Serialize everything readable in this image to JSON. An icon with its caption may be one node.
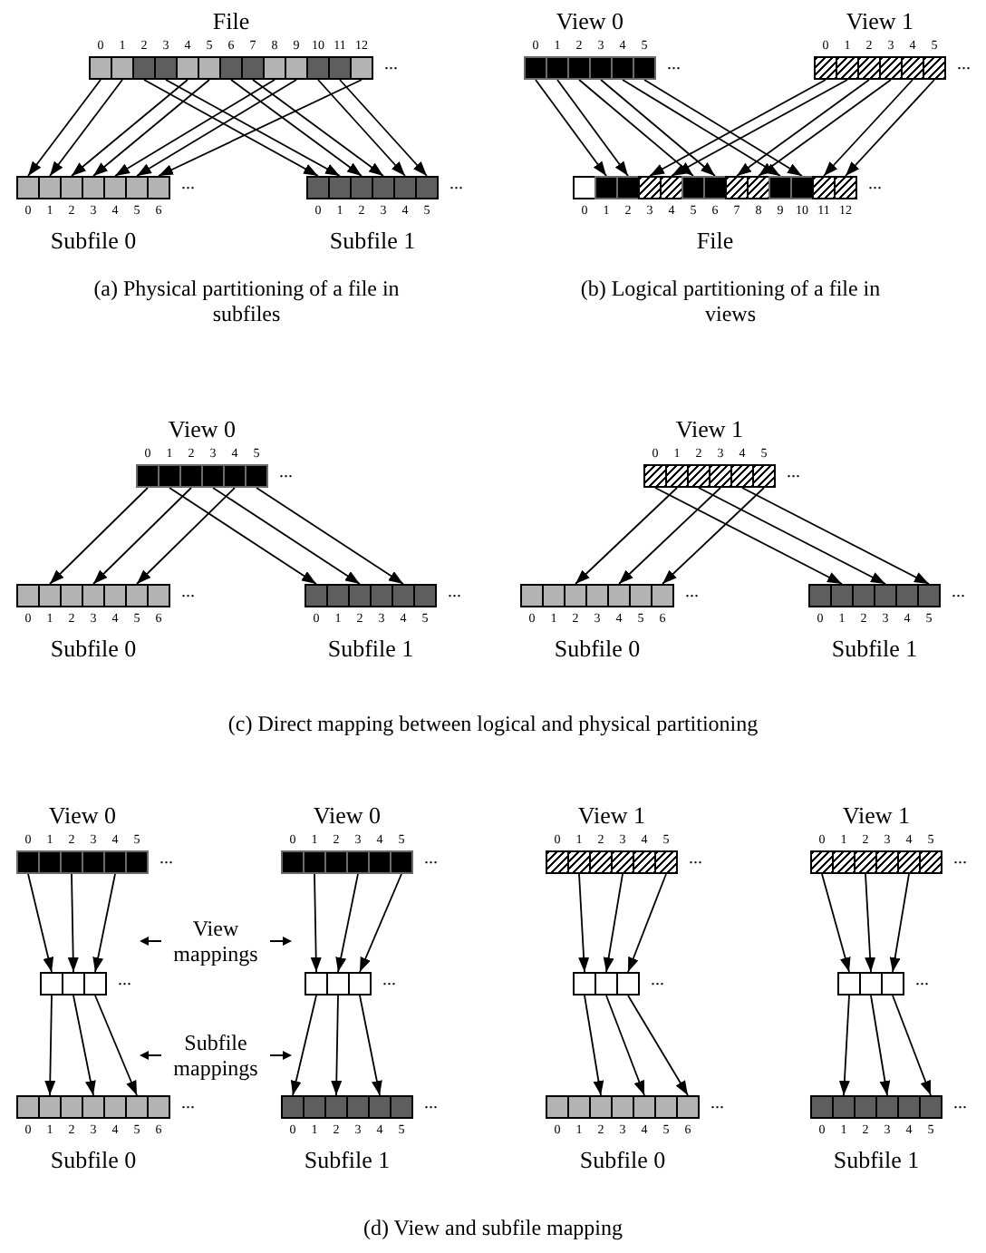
{
  "diagram": {
    "nodes": [
      {
        "text": [
          "File"
        ],
        "beside": [
          "..."
        ]
      },
      {
        "text": [],
        "shape": "box",
        "in": 0,
        "beside": [
          "0"
        ]
      },
      {
        "text": [],
        "shape": "box",
        "in": 0,
        "beside": [
          "1"
        ]
      },
      {
        "text": [],
        "shape": "box",
        "in": 0,
        "beside": [
          "2"
        ]
      },
      {
        "text": [],
        "shape": "box",
        "in": 0,
        "beside": [
          "3"
        ]
      },
      {
        "text": [],
        "shape": "box",
        "in": 0,
        "beside": [
          "4"
        ]
      },
      {
        "text": [],
        "shape": "box",
        "in": 0,
        "beside": [
          "5"
        ]
      },
      {
        "text": [],
        "shape": "box",
        "in": 0,
        "beside": [
          "6"
        ]
      },
      {
        "text": [],
        "shape": "box",
        "in": 0,
        "beside": [
          "7"
        ]
      },
      {
        "text": [],
        "shape": "box",
        "in": 0,
        "beside": [
          "8"
        ]
      },
      {
        "text": [],
        "shape": "box",
        "in": 0,
        "beside": [
          "9"
        ]
      },
      {
        "text": [],
        "shape": "box",
        "in": 0,
        "beside": [
          "10"
        ]
      },
      {
        "text": [],
        "shape": "box",
        "in": 0,
        "beside": [
          "11"
        ]
      },
      {
        "text": [],
        "shape": "box",
        "in": 0,
        "beside": [
          "12"
        ]
      },
      {
        "text": [
          "Subfile 0"
        ],
        "beside": [
          "..."
        ]
      },
      {
        "text": [],
        "shape": "box",
        "in": 14,
        "beside": [
          "0"
        ]
      },
      {
        "text": [],
        "shape": "box",
        "in": 14,
        "beside": [
          "1"
        ]
      },
      {
        "text": [],
        "shape": "box",
        "in": 14,
        "beside": [
          "2"
        ]
      },
      {
        "text": [],
        "shape": "box",
        "in": 14,
        "beside": [
          "3"
        ]
      },
      {
        "text": [],
        "shape": "box",
        "in": 14,
        "beside": [
          "4"
        ]
      },
      {
        "text": [],
        "shape": "box",
        "in": 14,
        "beside": [
          "5"
        ]
      },
      {
        "text": [],
        "shape": "box",
        "in": 14,
        "beside": [
          "6"
        ]
      },
      {
        "text": [
          "Subfile 1"
        ],
        "beside": [
          "..."
        ]
      },
      {
        "text": [],
        "shape": "box",
        "in": 22,
        "beside": [
          "0"
        ]
      },
      {
        "text": [],
        "shape": "box",
        "in": 22,
        "beside": [
          "1"
        ]
      },
      {
        "text": [],
        "shape": "box",
        "in": 22,
        "beside": [
          "2"
        ]
      },
      {
        "text": [],
        "shape": "box",
        "in": 22,
        "beside": [
          "3"
        ]
      },
      {
        "text": [],
        "shape": "box",
        "in": 22,
        "beside": [
          "4"
        ]
      },
      {
        "text": [],
        "shape": "box",
        "in": 22,
        "beside": [
          "5"
        ]
      },
      {
        "text": [
          "View 0"
        ],
        "beside": [
          "..."
        ]
      },
      {
        "text": [],
        "shape": "box",
        "in": 29,
        "beside": [
          "0"
        ]
      },
      {
        "text": [],
        "shape": "box",
        "in": 29,
        "beside": [
          "1"
        ]
      },
      {
        "text": [],
        "shape": "box",
        "in": 29,
        "beside": [
          "2"
        ]
      },
      {
        "text": [],
        "shape": "box",
        "in": 29,
        "beside": [
          "3"
        ]
      },
      {
        "text": [],
        "shape": "box",
        "in": 29,
        "beside": [
          "4"
        ]
      },
      {
        "text": [],
        "shape": "box",
        "in": 29,
        "beside": [
          "5"
        ]
      },
      {
        "text": [
          "View 1"
        ],
        "beside": [
          "..."
        ]
      },
      {
        "text": [],
        "shape": "box",
        "in": 36,
        "beside": [
          "0"
        ]
      },
      {
        "text": [],
        "shape": "box",
        "in": 36,
        "beside": [
          "1"
        ]
      },
      {
        "text": [],
        "shape": "box",
        "in": 36,
        "beside": [
          "2"
        ]
      },
      {
        "text": [],
        "shape": "box",
        "in": 36,
        "beside": [
          "3"
        ]
      },
      {
        "text": [],
        "shape": "box",
        "in": 36,
        "beside": [
          "4"
        ]
      },
      {
        "text": [],
        "shape": "box",
        "in": 36,
        "beside": [
          "5"
        ]
      },
      {
        "text": [
          "File"
        ],
        "beside": [
          "..."
        ]
      },
      {
        "text": [],
        "shape": "box",
        "in": 43,
        "beside": [
          "0"
        ]
      },
      {
        "text": [],
        "shape": "box",
        "in": 43,
        "beside": [
          "1"
        ]
      },
      {
        "text": [],
        "shape": "box",
        "in": 43,
        "beside": [
          "2"
        ]
      },
      {
        "text": [],
        "shape": "box",
        "in": 43,
        "beside": [
          "3"
        ]
      },
      {
        "text": [],
        "shape": "box",
        "in": 43,
        "beside": [
          "4"
        ]
      },
      {
        "text": [],
        "shape": "box",
        "in": 43,
        "beside": [
          "5"
        ]
      },
      {
        "text": [],
        "shape": "box",
        "in": 43,
        "beside": [
          "6"
        ]
      },
      {
        "text": [],
        "shape": "box",
        "in": 43,
        "beside": [
          "7"
        ]
      },
      {
        "text": [],
        "shape": "box",
        "in": 43,
        "beside": [
          "8"
        ]
      },
      {
        "text": [],
        "shape": "box",
        "in": 43,
        "beside": [
          "9"
        ]
      },
      {
        "text": [],
        "shape": "box",
        "in": 43,
        "beside": [
          "10"
        ]
      },
      {
        "text": [],
        "shape": "box",
        "in": 43,
        "beside": [
          "11"
        ]
      },
      {
        "text": [],
        "shape": "box",
        "in": 43,
        "beside": [
          "12"
        ]
      },
      {
        "text": [
          "View 0"
        ],
        "beside": [
          "..."
        ]
      },
      {
        "text": [],
        "shape": "box",
        "in": 57,
        "beside": [
          "0"
        ]
      },
      {
        "text": [],
        "shape": "box",
        "in": 57,
        "beside": [
          "1"
        ]
      },
      {
        "text": [],
        "shape": "box",
        "in": 57,
        "beside": [
          "2"
        ]
      },
      {
        "text": [],
        "shape": "box",
        "in": 57,
        "beside": [
          "3"
        ]
      },
      {
        "text": [],
        "shape": "box",
        "in": 57,
        "beside": [
          "4"
        ]
      },
      {
        "text": [],
        "shape": "box",
        "in": 57,
        "beside": [
          "5"
        ]
      },
      {
        "text": [
          "View 1"
        ],
        "beside": [
          "..."
        ]
      },
      {
        "text": [],
        "shape": "box",
        "in": 64,
        "beside": [
          "0"
        ]
      },
      {
        "text": [],
        "shape": "box",
        "in": 64,
        "beside": [
          "1"
        ]
      },
      {
        "text": [],
        "shape": "box",
        "in": 64,
        "beside": [
          "2"
        ]
      },
      {
        "text": [],
        "shape": "box",
        "in": 64,
        "beside": [
          "3"
        ]
      },
      {
        "text": [],
        "shape": "box",
        "in": 64,
        "beside": [
          "4"
        ]
      },
      {
        "text": [],
        "shape": "box",
        "in": 64,
        "beside": [
          "5"
        ]
      },
      {
        "text": [
          "Subfile 0"
        ],
        "beside": [
          "..."
        ]
      },
      {
        "text": [],
        "shape": "box",
        "in": 71,
        "beside": [
          "0"
        ]
      },
      {
        "text": [],
        "shape": "box",
        "in": 71,
        "beside": [
          "1"
        ]
      },
      {
        "text": [],
        "shape": "box",
        "in": 71,
        "beside": [
          "2"
        ]
      },
      {
        "text": [],
        "shape": "box",
        "in": 71,
        "beside": [
          "3"
        ]
      },
      {
        "text": [],
        "shape": "box",
        "in": 71,
        "beside": [
          "4"
        ]
      },
      {
        "text": [],
        "shape": "box",
        "in": 71,
        "beside": [
          "5"
        ]
      },
      {
        "text": [],
        "shape": "box",
        "in": 71,
        "beside": [
          "6"
        ]
      },
      {
        "text": [
          "Subfile 1"
        ],
        "beside": [
          "..."
        ]
      },
      {
        "text": [],
        "shape": "box",
        "in": 79,
        "beside": [
          "0"
        ]
      },
      {
        "text": [],
        "shape": "box",
        "in": 79,
        "beside": [
          "1"
        ]
      },
      {
        "text": [],
        "shape": "box",
        "in": 79,
        "beside": [
          "2"
        ]
      },
      {
        "text": [],
        "shape": "box",
        "in": 79,
        "beside": [
          "3"
        ]
      },
      {
        "text": [],
        "shape": "box",
        "in": 79,
        "beside": [
          "4"
        ]
      },
      {
        "text": [],
        "shape": "box",
        "in": 79,
        "beside": [
          "5"
        ]
      },
      {
        "text": [
          "Subfile 0"
        ],
        "beside": [
          "..."
        ]
      },
      {
        "text": [],
        "shape": "box",
        "in": 86,
        "beside": [
          "0"
        ]
      },
      {
        "text": [],
        "shape": "box",
        "in": 86,
        "beside": [
          "1"
        ]
      },
      {
        "text": [],
        "shape": "box",
        "in": 86,
        "beside": [
          "2"
        ]
      },
      {
        "text": [],
        "shape": "box",
        "in": 86,
        "beside": [
          "3"
        ]
      },
      {
        "text": [],
        "shape": "box",
        "in": 86,
        "beside": [
          "4"
        ]
      },
      {
        "text": [],
        "shape": "box",
        "in": 86,
        "beside": [
          "5"
        ]
      },
      {
        "text": [],
        "shape": "box",
        "in": 86,
        "beside": [
          "6"
        ]
      },
      {
        "text": [
          "Subfile 1"
        ],
        "beside": [
          "..."
        ]
      },
      {
        "text": [],
        "shape": "box",
        "in": 94,
        "beside": [
          "0"
        ]
      },
      {
        "text": [],
        "shape": "box",
        "in": 94,
        "beside": [
          "1"
        ]
      },
      {
        "text": [],
        "shape": "box",
        "in": 94,
        "beside": [
          "2"
        ]
      },
      {
        "text": [],
        "shape": "box",
        "in": 94,
        "beside": [
          "3"
        ]
      },
      {
        "text": [],
        "shape": "box",
        "in": 94,
        "beside": [
          "4"
        ]
      },
      {
        "text": [],
        "shape": "box",
        "in": 94,
        "beside": [
          "5"
        ]
      },
      {
        "text": [
          "View 0"
        ],
        "beside": [
          "..."
        ]
      },
      {
        "text": [],
        "shape": "box",
        "in": 101,
        "beside": [
          "0"
        ]
      },
      {
        "text": [],
        "shape": "box",
        "in": 101,
        "beside": [
          "1"
        ]
      },
      {
        "text": [],
        "shape": "box",
        "in": 101,
        "beside": [
          "2"
        ]
      },
      {
        "text": [],
        "shape": "box",
        "in": 101,
        "beside": [
          "3"
        ]
      },
      {
        "text": [],
        "shape": "box",
        "in": 101,
        "beside": [
          "4"
        ]
      },
      {
        "text": [],
        "shape": "box",
        "in": 101,
        "beside": [
          "5"
        ]
      },
      {
        "text": [
          "View 0"
        ],
        "beside": [
          "..."
        ]
      },
      {
        "text": [],
        "shape": "box",
        "in": 108,
        "beside": [
          "0"
        ]
      },
      {
        "text": [],
        "shape": "box",
        "in": 108,
        "beside": [
          "1"
        ]
      },
      {
        "text": [],
        "shape": "box",
        "in": 108,
        "beside": [
          "2"
        ]
      },
      {
        "text": [],
        "shape": "box",
        "in": 108,
        "beside": [
          "3"
        ]
      },
      {
        "text": [],
        "shape": "box",
        "in": 108,
        "beside": [
          "4"
        ]
      },
      {
        "text": [],
        "shape": "box",
        "in": 108,
        "beside": [
          "5"
        ]
      },
      {
        "text": [
          "View 1"
        ],
        "beside": [
          "..."
        ]
      },
      {
        "text": [],
        "shape": "box",
        "in": 115,
        "beside": [
          "0"
        ]
      },
      {
        "text": [],
        "shape": "box",
        "in": 115,
        "beside": [
          "1"
        ]
      },
      {
        "text": [],
        "shape": "box",
        "in": 115,
        "beside": [
          "2"
        ]
      },
      {
        "text": [],
        "shape": "box",
        "in": 115,
        "beside": [
          "3"
        ]
      },
      {
        "text": [],
        "shape": "box",
        "in": 115,
        "beside": [
          "4"
        ]
      },
      {
        "text": [],
        "shape": "box",
        "in": 115,
        "beside": [
          "5"
        ]
      },
      {
        "text": [
          "View 1"
        ],
        "beside": [
          "..."
        ]
      },
      {
        "text": [],
        "shape": "box",
        "in": 122,
        "beside": [
          "0"
        ]
      },
      {
        "text": [],
        "shape": "box",
        "in": 122,
        "beside": [
          "1"
        ]
      },
      {
        "text": [],
        "shape": "box",
        "in": 122,
        "beside": [
          "2"
        ]
      },
      {
        "text": [],
        "shape": "box",
        "in": 122,
        "beside": [
          "3"
        ]
      },
      {
        "text": [],
        "shape": "box",
        "in": 122,
        "beside": [
          "4"
        ]
      },
      {
        "text": [],
        "shape": "box",
        "in": 122,
        "beside": [
          "5"
        ]
      },
      {
        "text": [],
        "shape": "box",
        "beside": [
          "..."
        ]
      },
      {
        "text": [],
        "shape": "box",
        "in": 129
      },
      {
        "text": [],
        "shape": "box",
        "in": 129
      },
      {
        "text": [],
        "shape": "box",
        "in": 129
      },
      {
        "text": [],
        "shape": "box",
        "beside": [
          "..."
        ]
      },
      {
        "text": [],
        "shape": "box",
        "in": 133
      },
      {
        "text": [],
        "shape": "box",
        "in": 133
      },
      {
        "text": [],
        "shape": "box",
        "in": 133
      },
      {
        "text": [],
        "shape": "box",
        "beside": [
          "..."
        ]
      },
      {
        "text": [],
        "shape": "box",
        "in": 137
      },
      {
        "text": [],
        "shape": "box",
        "in": 137
      },
      {
        "text": [],
        "shape": "box",
        "in": 137
      },
      {
        "text": [],
        "shape": "box",
        "beside": [
          "..."
        ]
      },
      {
        "text": [],
        "shape": "box",
        "in": 141
      },
      {
        "text": [],
        "shape": "box",
        "in": 141
      },
      {
        "text": [],
        "shape": "box",
        "in": 141
      },
      {
        "text": [
          "Subfile 0"
        ],
        "beside": [
          "..."
        ]
      },
      {
        "text": [],
        "shape": "box",
        "in": 145,
        "beside": [
          "0"
        ]
      },
      {
        "text": [],
        "shape": "box",
        "in": 145,
        "beside": [
          "1"
        ]
      },
      {
        "text": [],
        "shape": "box",
        "in": 145,
        "beside": [
          "2"
        ]
      },
      {
        "text": [],
        "shape": "box",
        "in": 145,
        "beside": [
          "3"
        ]
      },
      {
        "text": [],
        "shape": "box",
        "in": 145,
        "beside": [
          "4"
        ]
      },
      {
        "text": [],
        "shape": "box",
        "in": 145,
        "beside": [
          "5"
        ]
      },
      {
        "text": [],
        "shape": "box",
        "in": 145,
        "beside": [
          "6"
        ]
      },
      {
        "text": [
          "Subfile 1"
        ],
        "beside": [
          "..."
        ]
      },
      {
        "text": [],
        "shape": "box",
        "in": 153,
        "beside": [
          "0"
        ]
      },
      {
        "text": [],
        "shape": "box",
        "in": 153,
        "beside": [
          "1"
        ]
      },
      {
        "text": [],
        "shape": "box",
        "in": 153,
        "beside": [
          "2"
        ]
      },
      {
        "text": [],
        "shape": "box",
        "in": 153,
        "beside": [
          "3"
        ]
      },
      {
        "text": [],
        "shape": "box",
        "in": 153,
        "beside": [
          "4"
        ]
      },
      {
        "text": [],
        "shape": "box",
        "in": 153,
        "beside": [
          "5"
        ]
      },
      {
        "text": [
          "Subfile 0"
        ],
        "beside": [
          "..."
        ]
      },
      {
        "text": [],
        "shape": "box",
        "in": 160,
        "beside": [
          "0"
        ]
      },
      {
        "text": [],
        "shape": "box",
        "in": 160,
        "beside": [
          "1"
        ]
      },
      {
        "text": [],
        "shape": "box",
        "in": 160,
        "beside": [
          "2"
        ]
      },
      {
        "text": [],
        "shape": "box",
        "in": 160,
        "beside": [
          "3"
        ]
      },
      {
        "text": [],
        "shape": "box",
        "in": 160,
        "beside": [
          "4"
        ]
      },
      {
        "text": [],
        "shape": "box",
        "in": 160,
        "beside": [
          "5"
        ]
      },
      {
        "text": [],
        "shape": "box",
        "in": 160,
        "beside": [
          "6"
        ]
      },
      {
        "text": [
          "Subfile 1"
        ],
        "beside": [
          "..."
        ]
      },
      {
        "text": [],
        "shape": "box",
        "in": 168,
        "beside": [
          "0"
        ]
      },
      {
        "text": [],
        "shape": "box",
        "in": 168,
        "beside": [
          "1"
        ]
      },
      {
        "text": [],
        "shape": "box",
        "in": 168,
        "beside": [
          "2"
        ]
      },
      {
        "text": [],
        "shape": "box",
        "in": 168,
        "beside": [
          "3"
        ]
      },
      {
        "text": [],
        "shape": "box",
        "in": 168,
        "beside": [
          "4"
        ]
      },
      {
        "text": [],
        "shape": "box",
        "in": 168,
        "beside": [
          "5"
        ]
      }
    ],
    "edges": [
      {
        "from": 1,
        "to": 15,
        "arrow": "to"
      },
      {
        "from": 2,
        "to": 16,
        "arrow": "to"
      },
      {
        "from": 3,
        "to": 23,
        "arrow": "to"
      },
      {
        "from": 4,
        "to": 24,
        "arrow": "to"
      },
      {
        "from": 5,
        "to": 17,
        "arrow": "to"
      },
      {
        "from": 6,
        "to": 18,
        "arrow": "to"
      },
      {
        "from": 7,
        "to": 25,
        "arrow": "to"
      },
      {
        "from": 8,
        "to": 26,
        "arrow": "to"
      },
      {
        "from": 9,
        "to": 19,
        "arrow": "to"
      },
      {
        "from": 10,
        "to": 20,
        "arrow": "to"
      },
      {
        "from": 11,
        "to": 27,
        "arrow": "to"
      },
      {
        "from": 12,
        "to": 28,
        "arrow": "to"
      },
      {
        "from": 13,
        "to": 21,
        "arrow": "to"
      },
      {
        "from": 30,
        "to": 45,
        "arrow": "to"
      },
      {
        "from": 31,
        "to": 46,
        "arrow": "to"
      },
      {
        "from": 32,
        "to": 49,
        "arrow": "to"
      },
      {
        "from": 33,
        "to": 50,
        "arrow": "to"
      },
      {
        "from": 34,
        "to": 53,
        "arrow": "to"
      },
      {
        "from": 35,
        "to": 54,
        "arrow": "to"
      },
      {
        "from": 37,
        "to": 47,
        "arrow": "to"
      },
      {
        "from": 38,
        "to": 48,
        "arrow": "to"
      },
      {
        "from": 39,
        "to": 51,
        "arrow": "to"
      },
      {
        "from": 40,
        "to": 52,
        "arrow": "to"
      },
      {
        "from": 41,
        "to": 55,
        "arrow": "to"
      },
      {
        "from": 42,
        "to": 56,
        "arrow": "to"
      },
      {
        "from": 58,
        "to": 73,
        "arrow": "to"
      },
      {
        "from": 59,
        "to": 80,
        "arrow": "to"
      },
      {
        "from": 60,
        "to": 75,
        "arrow": "to"
      },
      {
        "from": 61,
        "to": 82,
        "arrow": "to"
      },
      {
        "from": 62,
        "to": 77,
        "arrow": "to"
      },
      {
        "from": 63,
        "to": 84,
        "arrow": "to"
      },
      {
        "from": 65,
        "to": 96,
        "arrow": "to"
      },
      {
        "from": 66,
        "to": 89,
        "arrow": "to"
      },
      {
        "from": 67,
        "to": 98,
        "arrow": "to"
      },
      {
        "from": 68,
        "to": 91,
        "arrow": "to"
      },
      {
        "from": 69,
        "to": 100,
        "arrow": "to"
      },
      {
        "from": 70,
        "to": 93,
        "arrow": "to"
      },
      {
        "from": 102,
        "to": 130,
        "arrow": "to"
      },
      {
        "from": 104,
        "to": 131,
        "arrow": "to"
      },
      {
        "from": 106,
        "to": 132,
        "arrow": "to"
      },
      {
        "from": 130,
        "to": 147,
        "arrow": "to"
      },
      {
        "from": 131,
        "to": 149,
        "arrow": "to"
      },
      {
        "from": 132,
        "to": 151,
        "arrow": "to"
      },
      {
        "from": 110,
        "to": 134,
        "arrow": "to"
      },
      {
        "from": 112,
        "to": 135,
        "arrow": "to"
      },
      {
        "from": 114,
        "to": 136,
        "arrow": "to"
      },
      {
        "from": 134,
        "to": 154,
        "arrow": "to"
      },
      {
        "from": 135,
        "to": 156,
        "arrow": "to"
      },
      {
        "from": 136,
        "to": 158,
        "arrow": "to"
      },
      {
        "from": 117,
        "to": 138,
        "arrow": "to"
      },
      {
        "from": 119,
        "to": 139,
        "arrow": "to"
      },
      {
        "from": 121,
        "to": 140,
        "arrow": "to"
      },
      {
        "from": 138,
        "to": 163,
        "arrow": "to"
      },
      {
        "from": 139,
        "to": 165,
        "arrow": "to"
      },
      {
        "from": 140,
        "to": 167,
        "arrow": "to"
      },
      {
        "from": 123,
        "to": 142,
        "arrow": "to"
      },
      {
        "from": 125,
        "to": 143,
        "arrow": "to"
      },
      {
        "from": 127,
        "to": 144,
        "arrow": "to"
      },
      {
        "from": 142,
        "to": 170,
        "arrow": "to"
      },
      {
        "from": 143,
        "to": 172,
        "arrow": "to"
      },
      {
        "from": 144,
        "to": 174,
        "arrow": "to"
      }
    ],
    "labels": [
      "(a) Physical partitioning of a file in subfiles",
      "(b) Logical partitioning of a file in views",
      "(c) Direct mapping between logical and physical partitioning",
      "View mappings",
      "Subfile mappings",
      "(d) View and subfile mapping"
    ]
  }
}
